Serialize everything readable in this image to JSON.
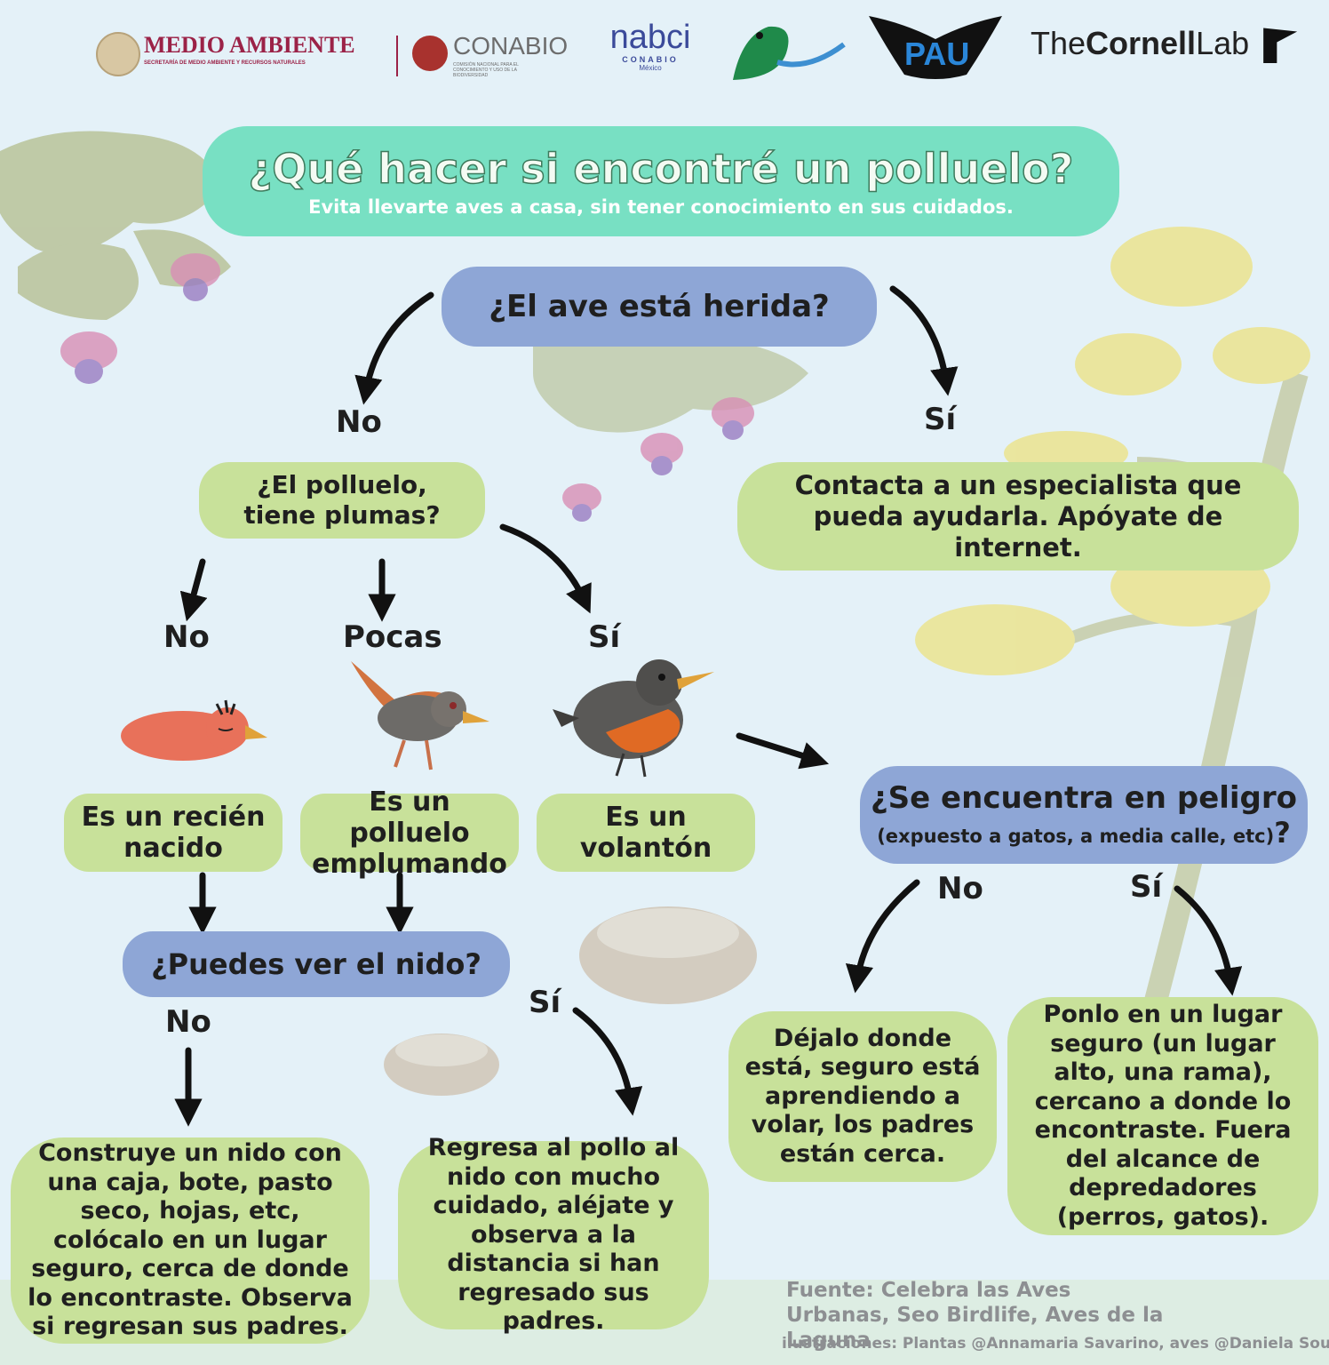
{
  "logos": {
    "medio_ambiente": "MEDIO AMBIENTE",
    "medio_ambiente_sub": "SECRETARÍA DE MEDIO AMBIENTE Y RECURSOS NATURALES",
    "conabio": "CONABIO",
    "conabio_sub": "COMISIÓN NACIONAL PARA EL CONOCIMIENTO Y USO DE LA BIODIVERSIDAD",
    "nabci": "nabci",
    "nabci_sub": "CONABIO",
    "nabci_country": "México",
    "pau": "PAU",
    "cornell_the": "The",
    "cornell_name": "Cornell",
    "cornell_lab": "Lab"
  },
  "header": {
    "title": "¿Qué hacer si encontré un polluelo?",
    "subtitle": "Evita llevarte aves a casa, sin tener conocimiento en sus cuidados."
  },
  "q_injured": {
    "text": "¿El ave está herida?",
    "no": "No",
    "yes": "Sí"
  },
  "injured_yes": {
    "text": "Contacta a un especialista que pueda ayudarla. Apóyate de internet."
  },
  "q_feathers": {
    "text": "¿El polluelo, tiene plumas?",
    "no": "No",
    "few": "Pocas",
    "yes": "Sí"
  },
  "stage_newborn": {
    "text": "Es un recién nacido"
  },
  "stage_fledging": {
    "text": "Es un polluelo emplumando"
  },
  "stage_fledgling": {
    "text": "Es un volantón"
  },
  "q_nest": {
    "text": "¿Puedes ver el nido?",
    "no": "No",
    "yes": "Sí"
  },
  "nest_no": {
    "text": "Construye un nido con una caja, bote, pasto seco, hojas, etc, colócalo en un lugar seguro, cerca de donde lo encontraste. Observa si regresan sus padres."
  },
  "nest_yes": {
    "text": "Regresa al pollo al nido con mucho cuidado, aléjate y observa a la distancia si han regresado sus padres."
  },
  "q_danger": {
    "text": "¿Se encuentra en peligro",
    "detail": "(expuesto a gatos, a media calle, etc)",
    "qmark": "?",
    "no": "No",
    "yes": "Sí"
  },
  "danger_no": {
    "text": "Déjalo donde está, seguro está aprendiendo a volar, los padres están cerca."
  },
  "danger_yes": {
    "text": "Ponlo en un lugar seguro (un lugar alto, una rama), cercano a donde lo encontraste. Fuera del alcance de depredadores (perros, gatos)."
  },
  "footer": {
    "source": "Fuente: Celebra las Aves Urbanas, Seo Birdlife, Aves de la Laguna",
    "credits": "ilustraciones: Plantas @Annamaria Savarino, aves @Daniela Souza"
  },
  "colors": {
    "background": "#e4f1f8",
    "title_banner": "#78e0c3",
    "question_box": "#8ea6d6",
    "answer_box": "#c8e19a",
    "brand_red": "#9b2247"
  }
}
